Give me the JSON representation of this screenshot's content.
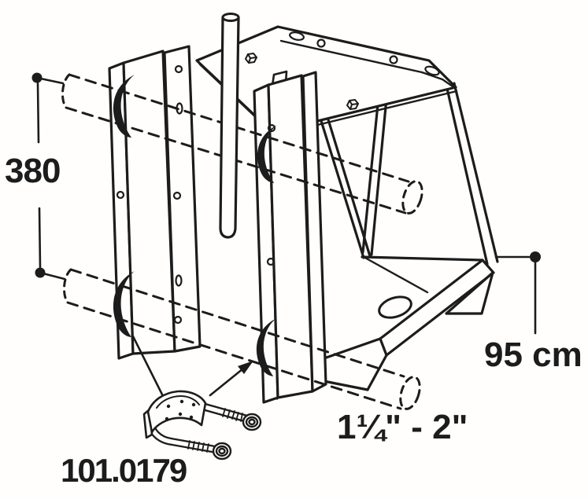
{
  "diagram": {
    "type": "technical-line-drawing",
    "subject": "spotlight / tube mounting bracket with clamp kit, isometric exploded view",
    "labels": {
      "vertical_spacing": "380",
      "overall_height": "95 cm",
      "tube_diameter_range": "1¼\" - 2\"",
      "clamp_part_number": "101.0179"
    },
    "colors": {
      "line": "#1c1c1c",
      "background": "#ffffff",
      "clamp_pad_fill": "#1c1c1c"
    }
  }
}
